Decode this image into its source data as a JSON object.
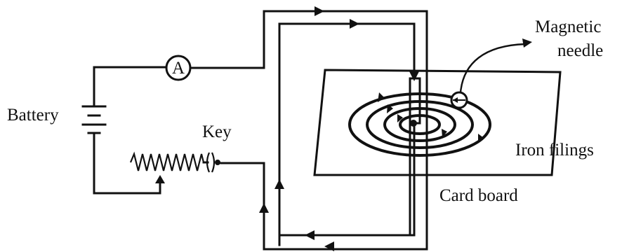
{
  "diagram": {
    "labels": {
      "battery": "Battery",
      "key": "Key",
      "ammeter": "A",
      "magnetic_needle_line1": "Magnetic",
      "magnetic_needle_line2": "needle",
      "iron_filings": "Iron filings",
      "card_board": "Card board"
    },
    "colors": {
      "ink": "#111111",
      "background": "#ffffff"
    }
  }
}
